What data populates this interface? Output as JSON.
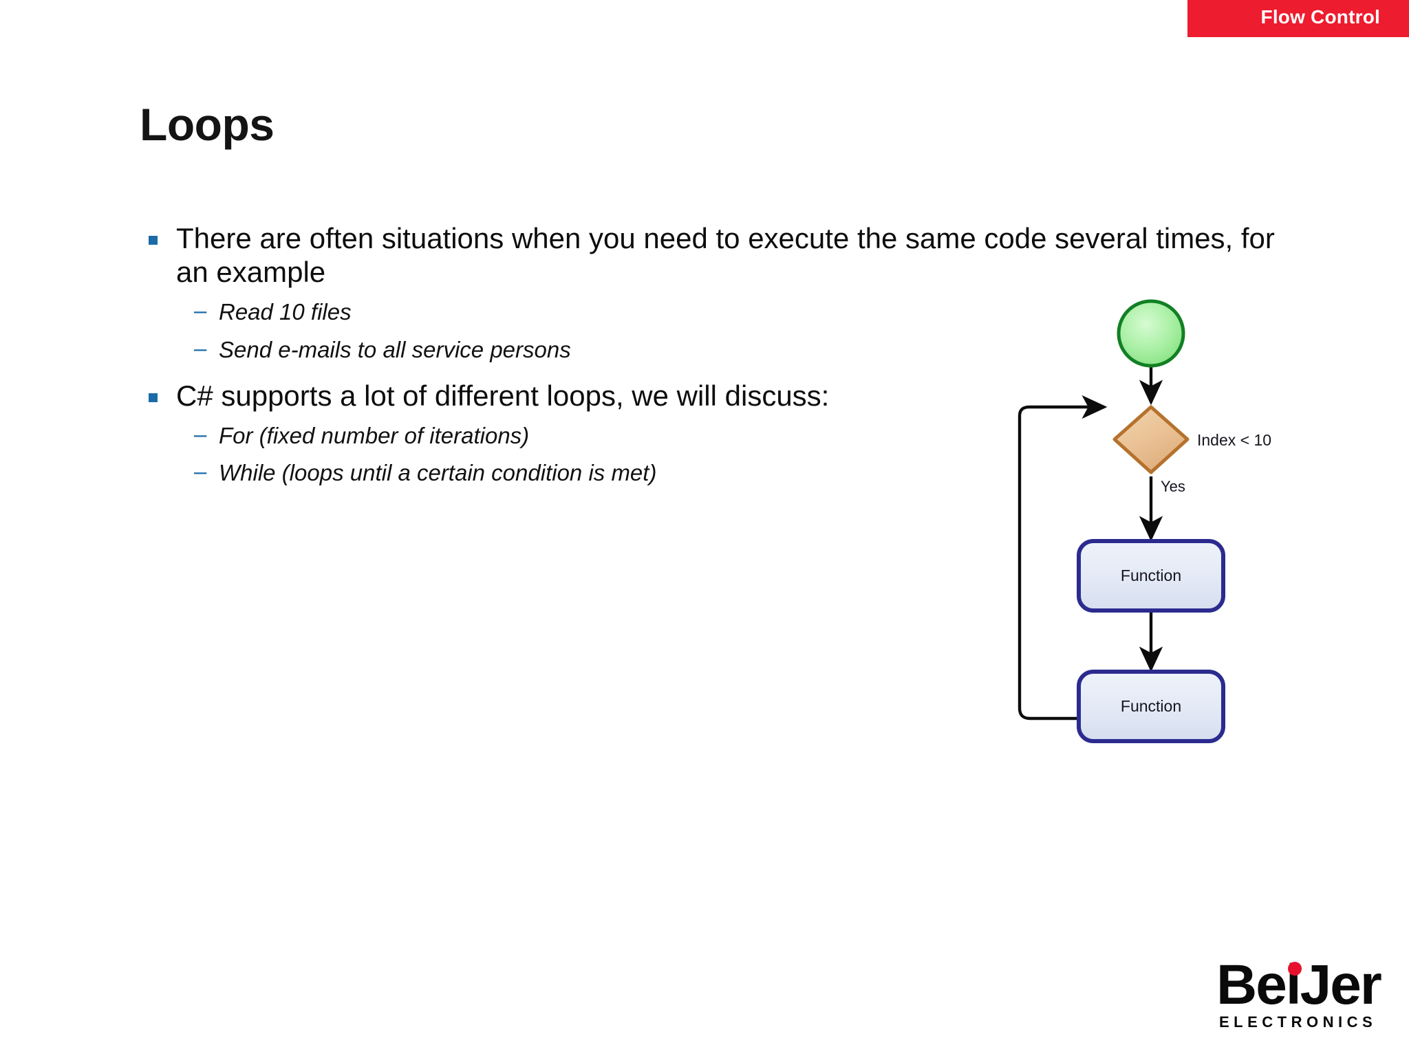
{
  "header": {
    "banner_label": "Flow Control",
    "banner_color": "#ED1C2E"
  },
  "title": "Loops",
  "theme": {
    "bullet_color": "#1A6BA8",
    "text_color": "#0d0d0d",
    "accent_red": "#E8112D"
  },
  "body": {
    "bullets": [
      {
        "level": 1,
        "text": "There are often situations when you need to execute the same code several times, for an example"
      },
      {
        "level": 2,
        "text": "Read 10 files"
      },
      {
        "level": 2,
        "text": "Send e-mails to all service persons"
      },
      {
        "level": 1,
        "text": "C# supports a lot of different loops, we will discuss:"
      },
      {
        "level": 2,
        "text": "For (fixed number of iterations)"
      },
      {
        "level": 2,
        "text": "While (loops until a certain condition is met)"
      }
    ],
    "sub_marker": "–"
  },
  "flowchart": {
    "type": "flowchart",
    "nodes": [
      {
        "id": "start",
        "shape": "ellipse",
        "label": "",
        "fill": "#a9f0a6",
        "stroke": "#128024"
      },
      {
        "id": "decision",
        "shape": "diamond",
        "label": "Index < 10",
        "label_position": "right",
        "fill": "#eac296",
        "stroke": "#b5722c"
      },
      {
        "id": "function1",
        "shape": "rounded-rect",
        "label": "Function",
        "fill": "#e3eaf7",
        "stroke": "#2b2b8f"
      },
      {
        "id": "function2",
        "shape": "rounded-rect",
        "label": "Function",
        "fill": "#e3eaf7",
        "stroke": "#2b2b8f"
      }
    ],
    "edges": [
      {
        "from": "start",
        "to": "decision",
        "label": ""
      },
      {
        "from": "decision",
        "to": "function1",
        "label": "Yes"
      },
      {
        "from": "function1",
        "to": "function2",
        "label": ""
      },
      {
        "from": "function2",
        "to": "decision",
        "label": ""
      }
    ]
  },
  "logo": {
    "wordmark": "BeiJer",
    "subtext": "ELECTRONICS"
  }
}
